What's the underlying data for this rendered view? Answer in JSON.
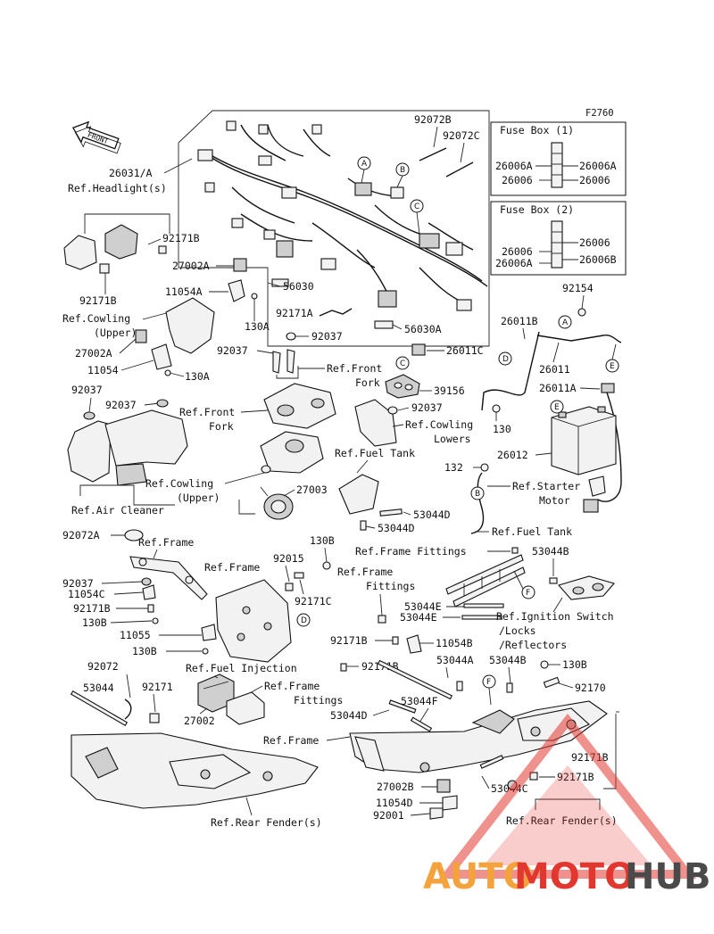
{
  "figure_code": "F2760",
  "front_badge": "FRONT",
  "fuse_box_1": {
    "title": "Fuse Box (1)",
    "left": [
      "26006A",
      "26006"
    ],
    "right": [
      "26006A",
      "26006"
    ]
  },
  "fuse_box_2": {
    "title": "Fuse Box (2)",
    "left": [
      "26006",
      "26006A"
    ],
    "right": [
      "26006",
      "26006B"
    ]
  },
  "labels": {
    "l92072B": "92072B",
    "l92072C": "92072C",
    "l26031A": "26031/A",
    "lRefHeadlight": "Ref.Headlight(s)",
    "l92171B_a": "92171B",
    "l27002A_a": "27002A",
    "l92171B_b": "92171B",
    "l11054A": "11054A",
    "l56030": "56030",
    "l130A_a": "130A",
    "l92154": "92154",
    "l26011B": "26011B",
    "lRefCowlingUpper_a1": "Ref.Cowling",
    "lRefCowlingUpper_a2": "(Upper)",
    "l92171A": "92171A",
    "l56030A": "56030A",
    "l27002A_b": "27002A",
    "l92037_a": "92037",
    "l92037_b": "92037",
    "l26011C": "26011C",
    "l26011": "26011",
    "l11054": "11054",
    "l130A_b": "130A",
    "lRefFrontFork_a1": "Ref.Front",
    "lRefFrontFork_a2": "Fork",
    "l39156": "39156",
    "l26011A": "26011A",
    "l92037_c": "92037",
    "l92037_d": "92037",
    "lRefFrontFork_b1": "Ref.Front",
    "lRefFrontFork_b2": "Fork",
    "l92037_e": "92037",
    "lRefCowlingLowers1": "Ref.Cowling",
    "lRefCowlingLowers2": "Lowers",
    "l130": "130",
    "lRefFuelTank_a": "Ref.Fuel Tank",
    "l26012": "26012",
    "l132": "132",
    "lRefCowlingUpper_b1": "Ref.Cowling",
    "lRefCowlingUpper_b2": "(Upper)",
    "l27003": "27003",
    "lRefStarterMotor1": "Ref.Starter",
    "lRefStarterMotor2": "Motor",
    "lRefAirCleaner": "Ref.Air Cleaner",
    "l53044D_a": "53044D",
    "l53044D_b": "53044D",
    "lRefFuelTank_b": "Ref.Fuel Tank",
    "l92072A": "92072A",
    "lRefFrame_a": "Ref.Frame",
    "l130B_a": "130B",
    "lRefFrameFittings_a": "Ref.Frame Fittings",
    "l53044B_a": "53044B",
    "lRefFrame_b": "Ref.Frame",
    "l92015": "92015",
    "lRefFrameFittings_b1": "Ref.Frame",
    "lRefFrameFittings_b2": "Fittings",
    "l92037_f": "92037",
    "l11054C": "11054C",
    "l92171C": "92171C",
    "l53044E_a": "53044E",
    "l53044E_b": "53044E",
    "l92171B_c": "92171B",
    "lRefIgnition1": "Ref.Ignition Switch",
    "lRefIgnition2": "/Locks",
    "lRefIgnition3": "/Reflectors",
    "l130B_b": "130B",
    "l11055": "11055",
    "l92171B_d": "92171B",
    "l11054B": "11054B",
    "l130B_c": "130B",
    "lRefFuelInjection": "Ref.Fuel Injection",
    "l92171B_e": "92171B",
    "l53044A": "53044A",
    "l53044B_b": "53044B",
    "l130B_d": "130B",
    "l92072": "92072",
    "l92171": "92171",
    "lRefFrameFittings_c1": "Ref.Frame",
    "lRefFrameFittings_c2": "Fittings",
    "l92170": "92170",
    "l53044": "53044",
    "l27002": "27002",
    "l53044F": "53044F",
    "l53044D_c": "53044D",
    "lRefFrame_c": "Ref.Frame",
    "l92171B_f": "92171B",
    "l27002B": "27002B",
    "l53044C": "53044C",
    "l92171B_g": "92171B",
    "l11054D": "11054D",
    "l92001": "92001",
    "lRefRearFender_a": "Ref.Rear Fender(s)",
    "lRefRearFender_b": "Ref.Rear Fender(s)"
  },
  "callouts": {
    "A1": "A",
    "B1": "B",
    "C1": "C",
    "A2": "A",
    "B2": "B",
    "C2": "C",
    "D1": "D",
    "D2": "D",
    "E1": "E",
    "E2": "E",
    "F1": "F",
    "F2": "F"
  },
  "watermark": {
    "part1": "AUTO",
    "part2": "MOTO",
    "part3": "HUB"
  }
}
